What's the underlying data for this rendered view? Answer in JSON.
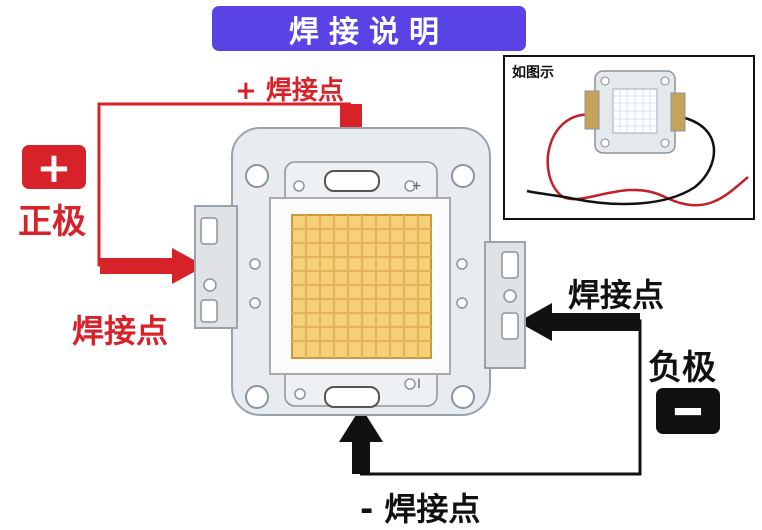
{
  "title": "焊接说明",
  "inset": {
    "caption": "如图示"
  },
  "labels": {
    "top_solder": "+ 焊接点",
    "positive_sign": "+",
    "positive": "正极",
    "left_solder": "焊接点",
    "right_solder": "焊接点",
    "negative": "负极",
    "negative_sign": "━",
    "bottom_solder": "- 焊接点"
  },
  "chip_marks": {
    "plus": "+",
    "minus": "I"
  },
  "colors": {
    "banner": "#5a43e4",
    "red": "#d8222a",
    "black": "#111111",
    "led_fill": "#f7d07a"
  }
}
